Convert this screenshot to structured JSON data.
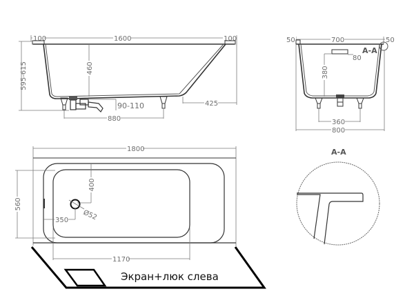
{
  "side_view": {
    "top_left_overhang": "100",
    "inner_length": "1600",
    "top_right_overhang": "100",
    "total_height": "595-615",
    "depth": "460",
    "drain_height": "90-110",
    "leg_span": "880",
    "slope_base": "425"
  },
  "end_view": {
    "left_rim": "50",
    "inner_width": "700",
    "right_rim": "50",
    "overflow_height": "80",
    "overflow_depth": "380",
    "leg_span": "360",
    "total_width": "800",
    "section_marker": "A-A"
  },
  "top_view": {
    "total_length": "1800",
    "total_width": "560",
    "drain_from_top": "400",
    "drain_diameter": "Ø52",
    "drain_from_end": "350",
    "inner_length": "1170"
  },
  "detail": {
    "title": "A-A"
  },
  "panel": {
    "note": "Экран+люк слева"
  },
  "colors": {
    "outline": "#333333",
    "dimension": "#7a7a7a",
    "panel": "#000000",
    "background": "#ffffff"
  }
}
